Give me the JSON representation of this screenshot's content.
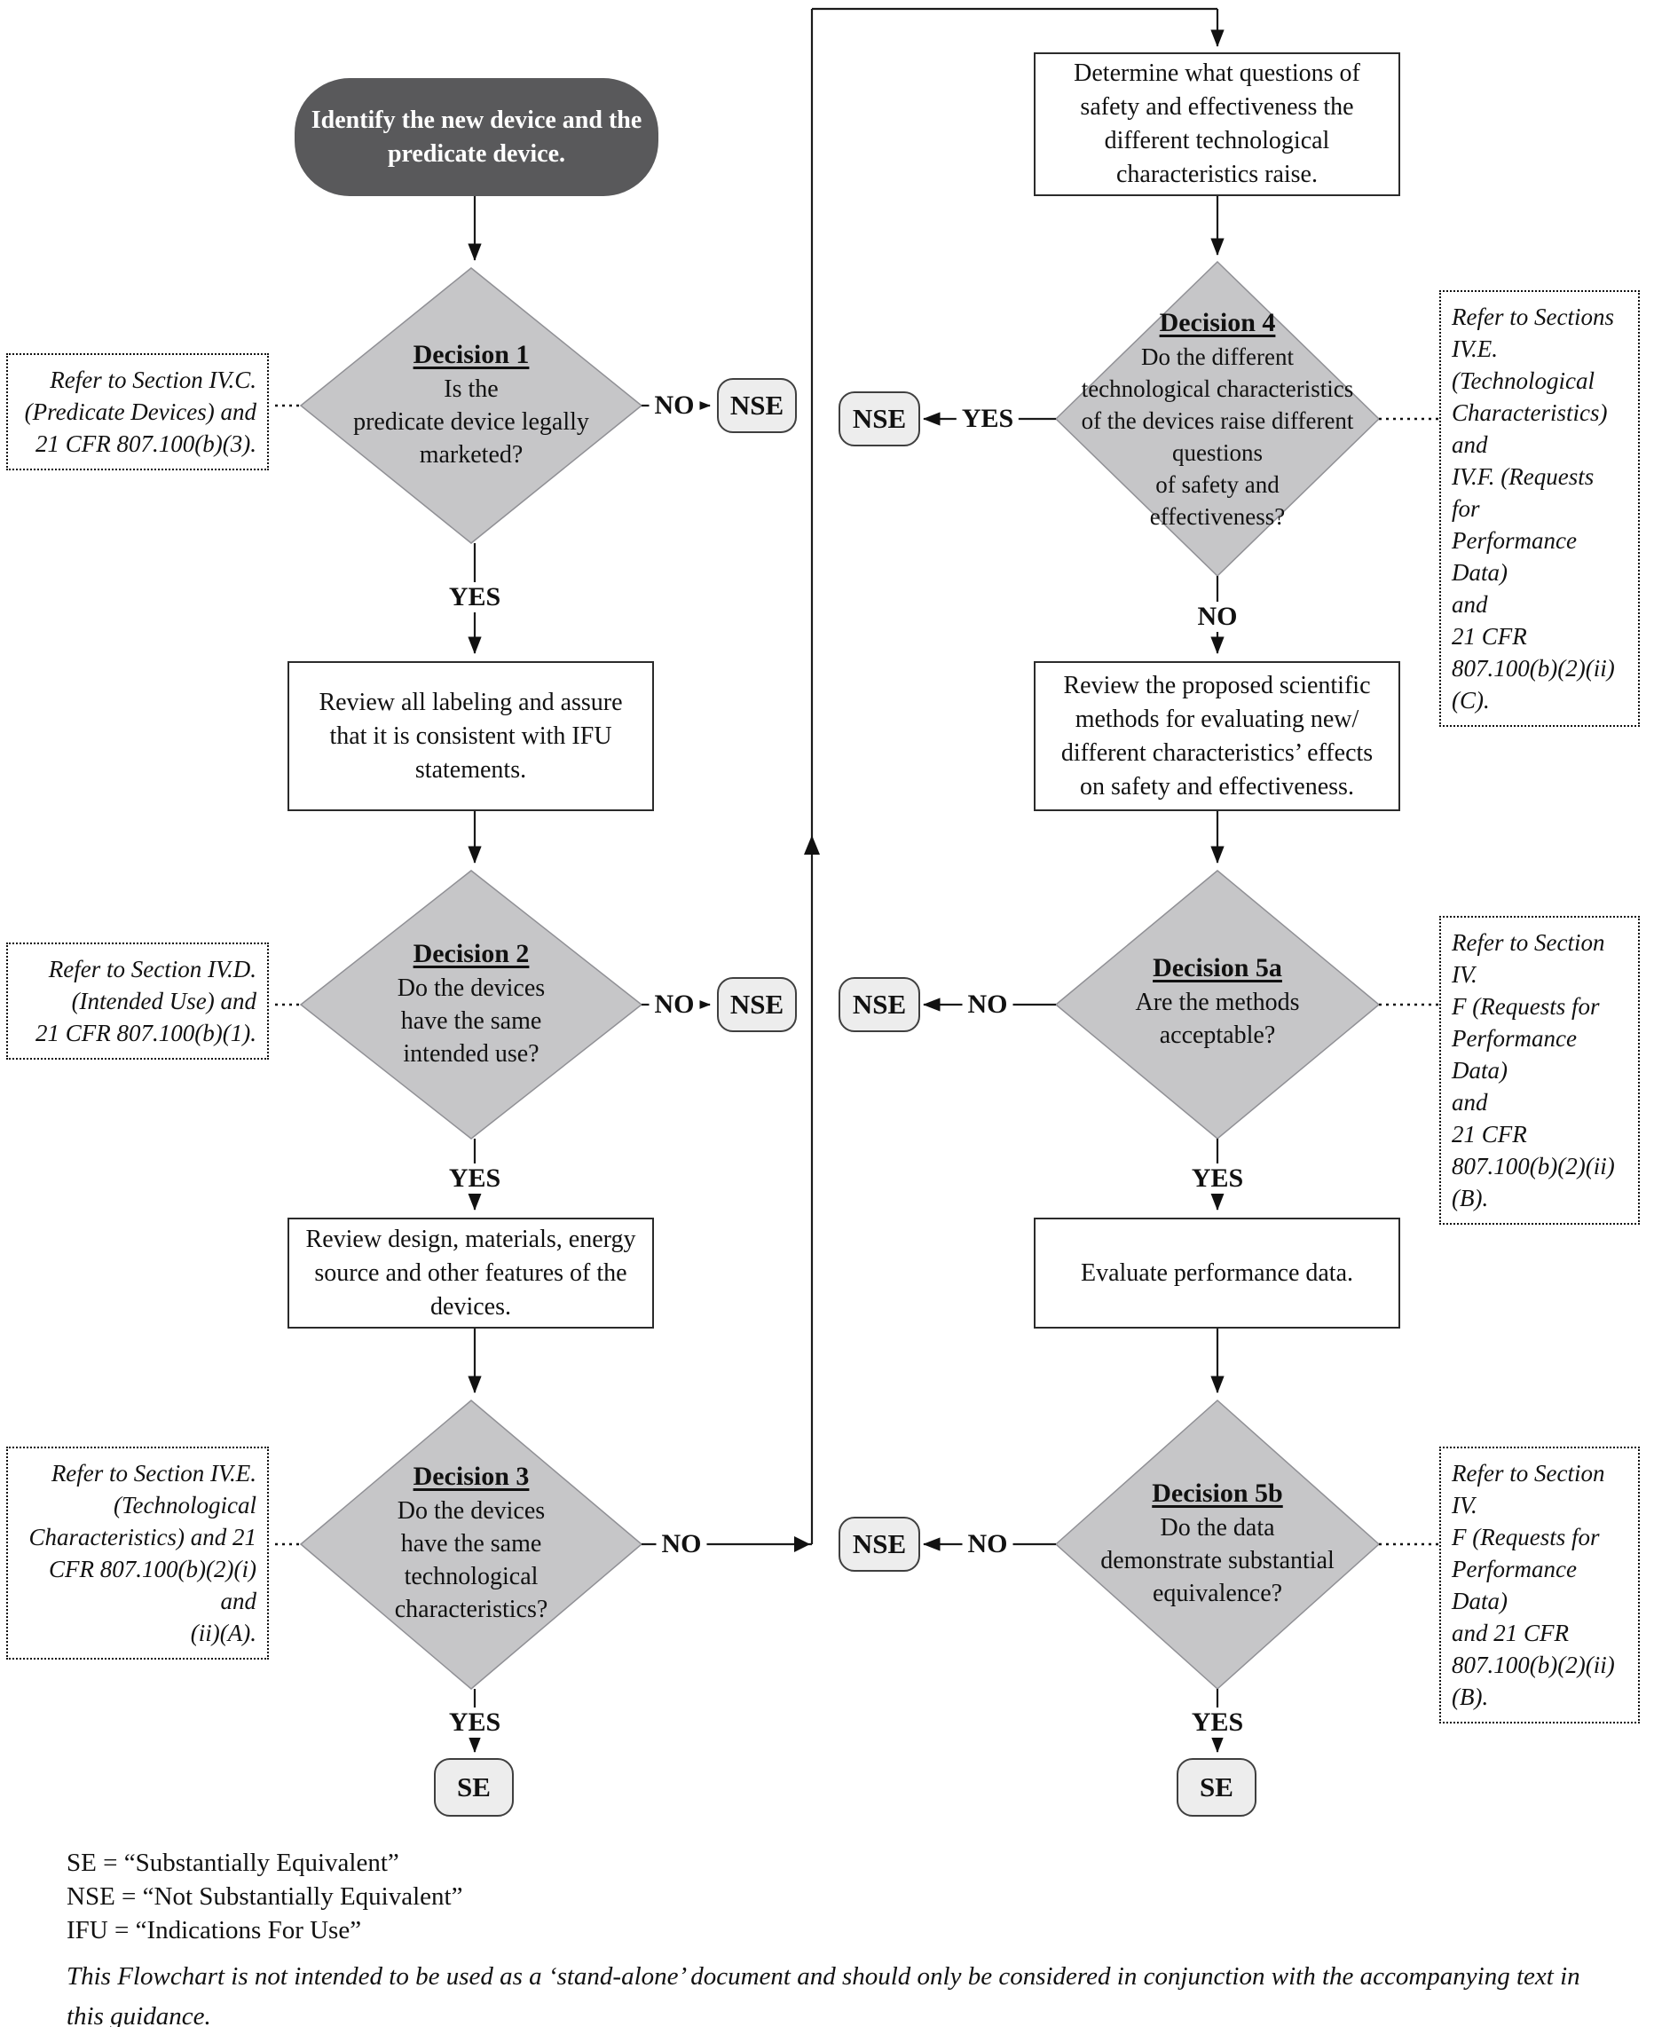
{
  "nodes": {
    "start": "Identify the new device and the\npredicate device.",
    "box_labeling": "Review all labeling and assure\nthat it is consistent with IFU\nstatements.",
    "box_design": "Review design, materials, energy\nsource and other features of the\ndevices.",
    "box_determine": "Determine what questions of\nsafety and effectiveness the\ndifferent technological\ncharacteristics raise.",
    "box_methods": "Review the proposed scientific\nmethods for evaluating new/\ndifferent characteristics’ effects\non safety and effectiveness.",
    "box_evaluate": "Evaluate performance data."
  },
  "decisions": {
    "d1": {
      "title": "Decision 1",
      "body": "Is the\npredicate device legally\nmarketed?"
    },
    "d2": {
      "title": "Decision 2",
      "body": "Do the devices\nhave the same\nintended use?"
    },
    "d3": {
      "title": "Decision 3",
      "body": "Do the devices\nhave the same\ntechnological\ncharacteristics?"
    },
    "d4": {
      "title": "Decision 4",
      "body": "Do the different\ntechnological characteristics\nof the devices raise different\nquestions\nof safety and\neffectiveness?"
    },
    "d5a": {
      "title": "Decision 5a",
      "body": "Are the methods\nacceptable?"
    },
    "d5b": {
      "title": "Decision 5b",
      "body": "Do the data\ndemonstrate substantial\nequivalence?"
    }
  },
  "notes": {
    "n1": "Refer to Section IV.C.\n(Predicate Devices) and\n21 CFR 807.100(b)(3).",
    "n2": "Refer to Section IV.D.\n(Intended Use) and\n21 CFR 807.100(b)(1).",
    "n3": "Refer to Section IV.E.\n(Technological\nCharacteristics) and 21\nCFR 807.100(b)(2)(i) and\n(ii)(A).",
    "n4": "Refer to Sections\nIV.E. (Technological\nCharacteristics) and\nIV.F. (Requests for\nPerformance Data)\nand\n21 CFR\n807.100(b)(2)(ii)(C).",
    "n5": "Refer to Section IV.\nF (Requests for\nPerformance Data)\nand\n21 CFR\n807.100(b)(2)(ii)(B).",
    "n6": "Refer to Section IV.\nF (Requests for\nPerformance Data)\nand 21 CFR\n807.100(b)(2)(ii)(B)."
  },
  "labels": {
    "yes": "YES",
    "no": "NO",
    "nse": "NSE",
    "se": "SE"
  },
  "legend": {
    "line1": "SE = “Substantially Equivalent”",
    "line2": "NSE = “Not Substantially Equivalent”",
    "line3": "IFU = “Indications For Use”"
  },
  "footer": "This Flowchart is not intended to be used as a ‘stand-alone’ document and should only be considered in conjunction with the accompanying text in\nthis guidance.",
  "colors": {
    "start_fill": "#59595b",
    "diamond_fill": "#c6c6c8",
    "diamond_border": "#909095",
    "terminal_fill": "#ededed",
    "line": "#1a1a1a"
  }
}
